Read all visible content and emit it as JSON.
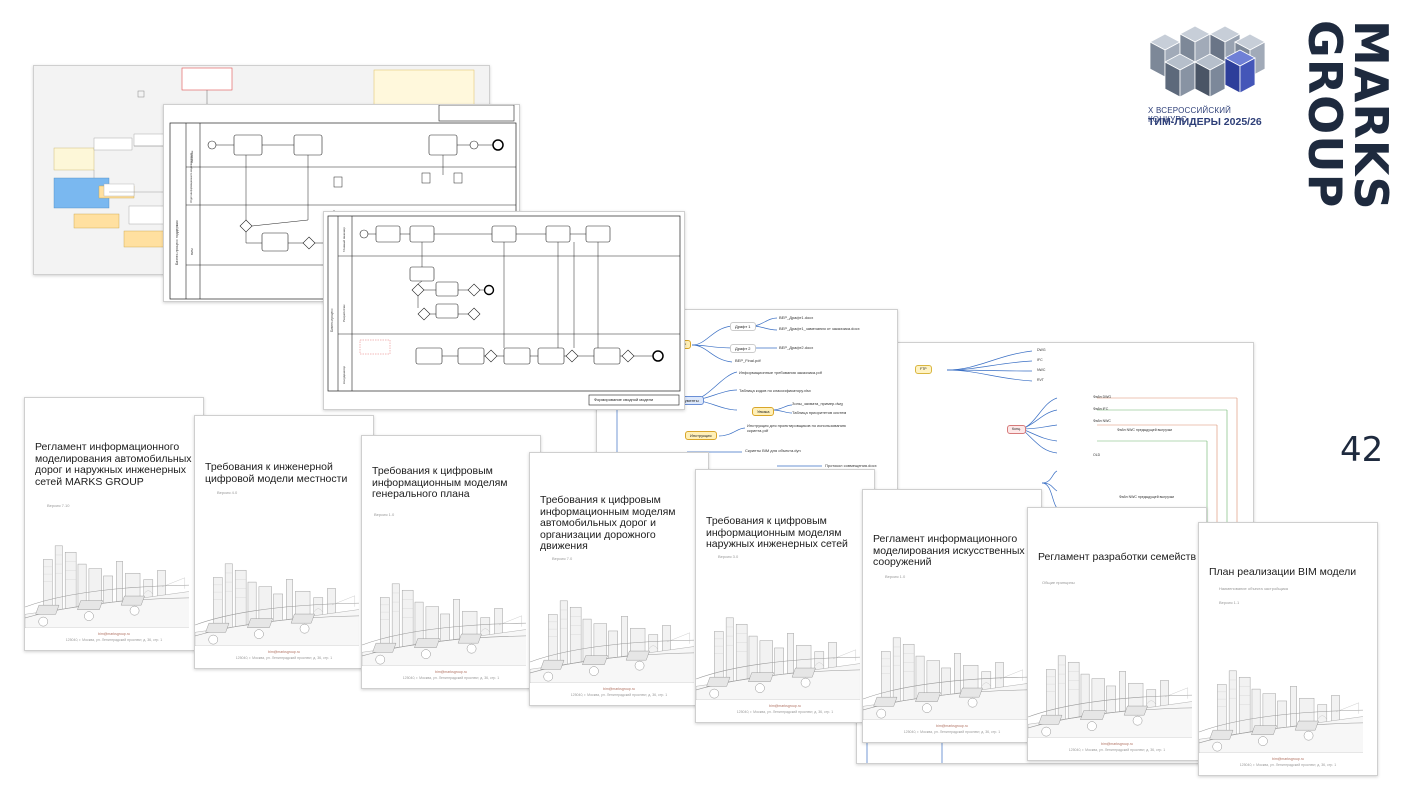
{
  "brand": {
    "name_line1": "MARKS",
    "name_line2": "GROUP",
    "contest_line1": "X ВСЕРОССИЙСКИЙ КОНКУРС",
    "contest_line2": "ТИМ-ЛИДЕРЫ 2025/26",
    "page_number": "42",
    "colors": {
      "navy": "#1e2a3e",
      "contest_blue": "#2e3f78",
      "cube_light": "#b7c0cc",
      "cube_dark": "#4a5566",
      "cube_accent": "#3c4fa8"
    }
  },
  "bpmn": {
    "sheet1_header": "Бизнес-процесс поддержки",
    "sheet2_header": "Бизнес-процесс",
    "sheet2_footer": "Формирование сводной модели",
    "sheet1_lanes": [
      "Заказчик",
      "Отдел информационного моделирования",
      "ВИМ"
    ],
    "sheet2_lanes": [
      "Главный инженер",
      "Разработчик",
      "Координатор"
    ]
  },
  "mindmap": {
    "bep_label": "BEP",
    "doc_label": "Документы",
    "instr_label": "Инструкция",
    "files": [
      "BEP_Драфт1.docx",
      "BEP_Драфт1_замечания от заказчика.docx",
      "BEP_Драфт2.docx",
      "BEP_Final.pdf",
      "Информационные требования заказчика.pdf",
      "Таблица кодов по классификатору.xlsx",
      "Зоны_захвата_пример.dwg",
      "Таблица приоритетов систем",
      "Инструкция для проектировщиков по использованию скрипта.pdf",
      "Скрипты BIM для объекта.dyn",
      "Протокол совмещения.docx"
    ],
    "drafts": [
      "Драфт 1",
      "Драфт 2",
      "Увязка"
    ]
  },
  "mindmap2": {
    "items": [
      "DWG",
      "IFC",
      "NWC",
      "RVT",
      "OLD",
      "Файл DWG",
      "Файл IFC",
      "Файл NWC",
      "Файл NWC предыдущей выгрузки"
    ]
  },
  "documents": [
    {
      "title": "Регламент информационного моделирования автомобильных дорог и наружных инженерных сетей MARKS GROUP",
      "version": "Версия 7.10"
    },
    {
      "title": "Требования к инженерной цифровой модели местности",
      "version": "Версия 4.0"
    },
    {
      "title": "Требования к цифровым информационным моделям генерального плана",
      "version": "Версия 1.0"
    },
    {
      "title": "Требования к цифровым информационным моделям автомобильных дорог и организации дорожного движения",
      "version": "Версия 7.0"
    },
    {
      "title": "Требования к цифровым информационным моделям наружных инженерных сетей",
      "version": "Версия 3.0"
    },
    {
      "title": "Регламент информационного моделирования искусственных сооружений",
      "version": "Версия 1.0"
    },
    {
      "title": "Регламент разработки семейств",
      "version": "Общие принципы"
    },
    {
      "title": "План реализации BIM модели",
      "version": "Версия 1.1",
      "subtitle": "Наименование объекта застройщика"
    }
  ],
  "doc_footer": {
    "site": "bim@marksgroup.ru",
    "address": "125040, г. Москва, ул. Ленинградский проспект, д. 36, стр. 1"
  }
}
